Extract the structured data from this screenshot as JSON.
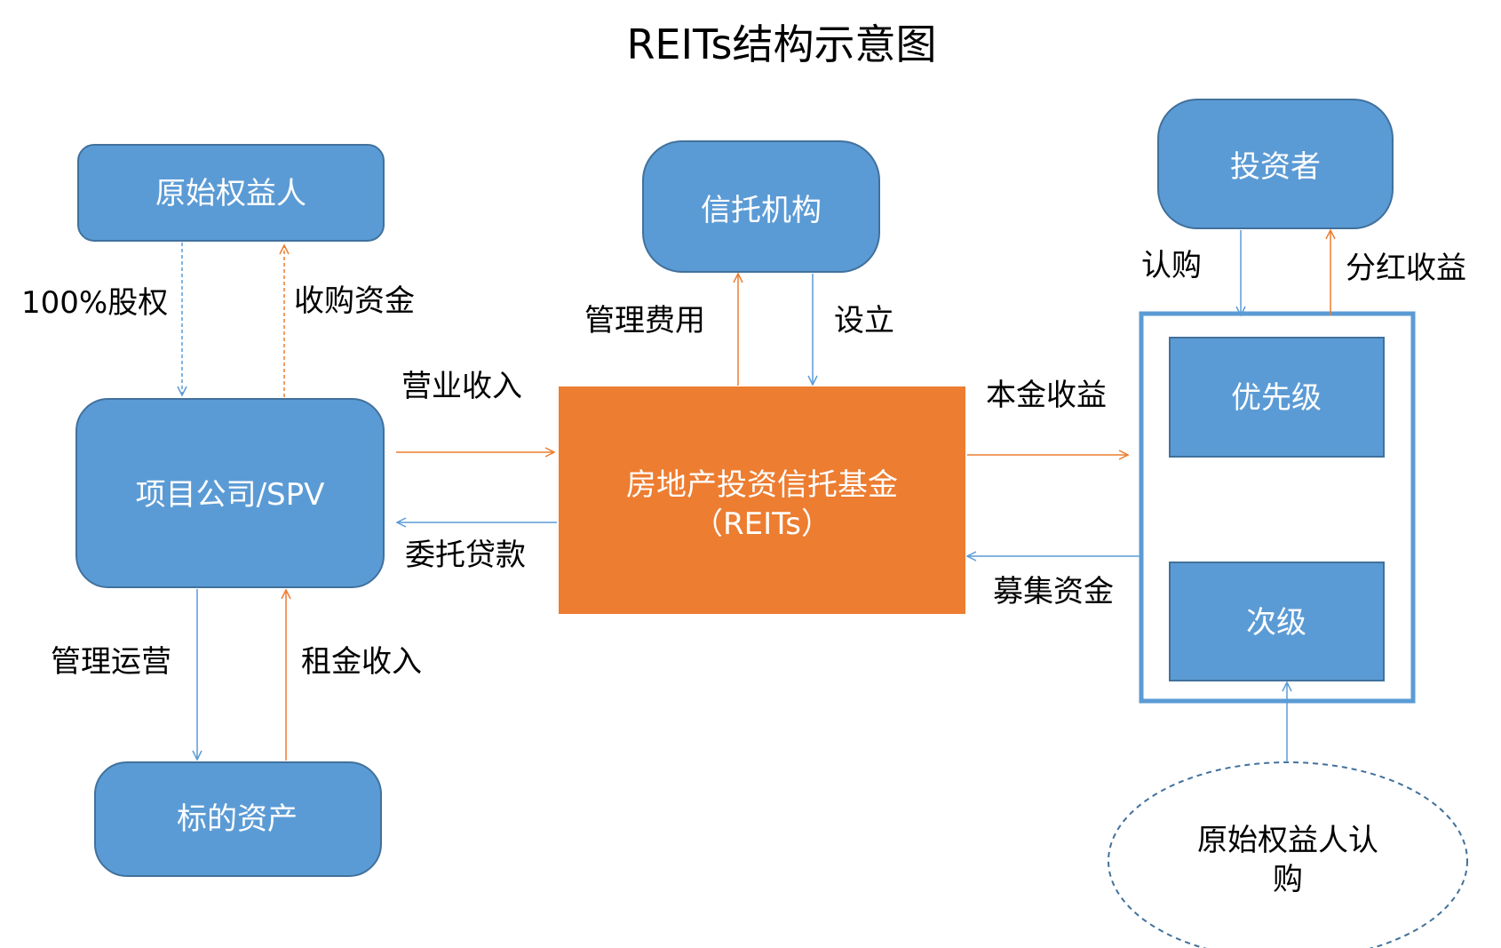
{
  "title": "REITs结构示意图",
  "colors": {
    "node_blue": "#5B9BD5",
    "node_border": "#41719C",
    "fund_orange": "#ED7D31",
    "arrow_blue": "#5B9BD5",
    "arrow_orange": "#ED7D31",
    "container_border": "#5B9BD5"
  },
  "nodes": {
    "original_owner": "原始权益人",
    "project_company": "项目公司/SPV",
    "underlying_asset": "标的资产",
    "trust_institution": "信托机构",
    "reits_fund_line1": "房地产投资信托基金",
    "reits_fund_line2": "（REITs）",
    "investor": "投资者",
    "senior": "优先级",
    "subordinate": "次级",
    "original_owner_subscribe_line1": "原始权益人认",
    "original_owner_subscribe_line2": "购"
  },
  "edges": {
    "equity_100": "100%股权",
    "acquisition_funds": "收购资金",
    "management_operation": "管理运营",
    "rental_income": "租金收入",
    "operating_income": "营业收入",
    "entrusted_loan": "委托贷款",
    "management_fee": "管理费用",
    "establish": "设立",
    "principal_return": "本金收益",
    "raised_funds": "募集资金",
    "subscribe": "认购",
    "dividend_return": "分红收益"
  }
}
